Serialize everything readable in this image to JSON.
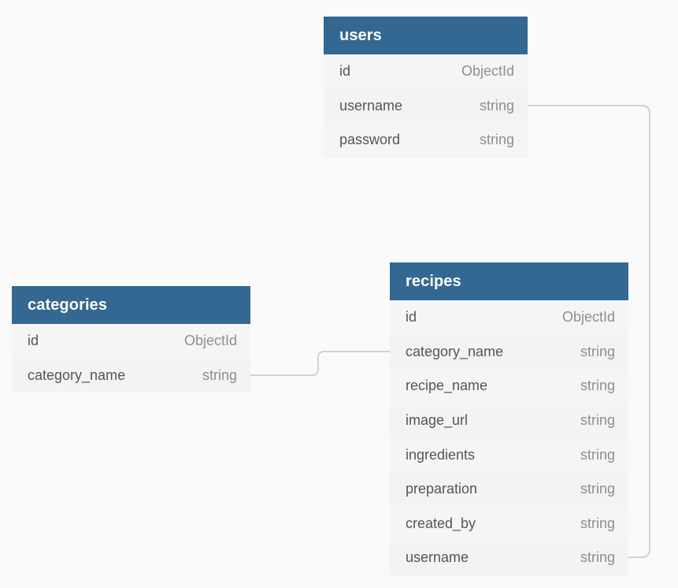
{
  "diagram": {
    "colors": {
      "background": "#fafafa",
      "header": "#326892",
      "header_text": "#ffffff",
      "row_bg": "#f4f4f4",
      "field_name": "#555555",
      "field_type": "#8e8e8e",
      "connector": "#d2d2d2"
    },
    "tables": {
      "users": {
        "title": "users",
        "fields": [
          {
            "name": "id",
            "type": "ObjectId"
          },
          {
            "name": "username",
            "type": "string"
          },
          {
            "name": "password",
            "type": "string"
          }
        ]
      },
      "categories": {
        "title": "categories",
        "fields": [
          {
            "name": "id",
            "type": "ObjectId"
          },
          {
            "name": "category_name",
            "type": "string"
          }
        ]
      },
      "recipes": {
        "title": "recipes",
        "fields": [
          {
            "name": "id",
            "type": "ObjectId"
          },
          {
            "name": "category_name",
            "type": "string"
          },
          {
            "name": "recipe_name",
            "type": "string"
          },
          {
            "name": "image_url",
            "type": "string"
          },
          {
            "name": "ingredients",
            "type": "string"
          },
          {
            "name": "preparation",
            "type": "string"
          },
          {
            "name": "created_by",
            "type": "string"
          },
          {
            "name": "username",
            "type": "string"
          }
        ]
      }
    },
    "relationships": [
      {
        "from": "categories.category_name",
        "to": "recipes.category_name"
      },
      {
        "from": "users.username",
        "to": "recipes.username"
      }
    ]
  }
}
